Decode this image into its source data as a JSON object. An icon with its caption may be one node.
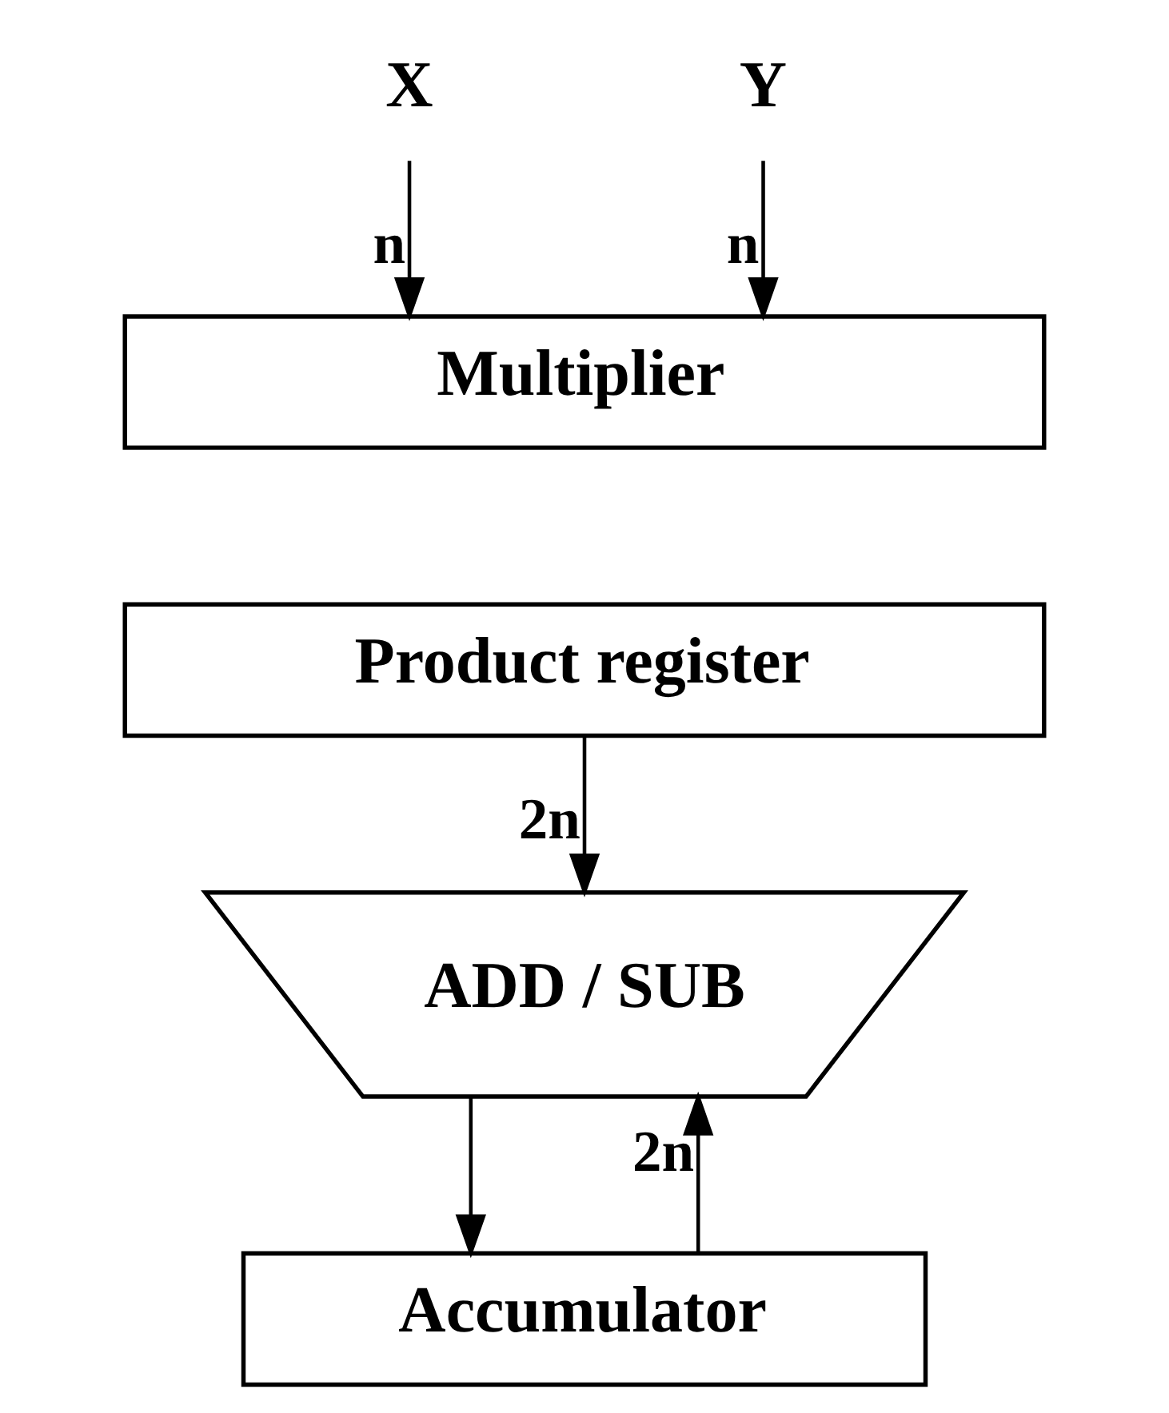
{
  "diagram": {
    "nodes": [
      {
        "text": [
          "X"
        ]
      },
      {
        "text": [
          "Y"
        ]
      },
      {
        "text": [
          "Multiplier"
        ]
      },
      {
        "text": [
          "Product register"
        ]
      },
      {
        "text": [
          "ADD / SUB"
        ]
      },
      {
        "text": [
          "Accumulator"
        ]
      }
    ],
    "edges": [
      {
        "from": 0,
        "to": 2,
        "arrow": "to",
        "label": "n"
      },
      {
        "from": 1,
        "to": 2,
        "arrow": "to",
        "label": "n"
      },
      {
        "from": 3,
        "to": 4,
        "arrow": "to",
        "label": "2n"
      },
      {
        "from": 4,
        "to": 5,
        "arrow": "to"
      },
      {
        "from": 5,
        "to": 4,
        "arrow": "to",
        "label": "2n"
      }
    ]
  }
}
